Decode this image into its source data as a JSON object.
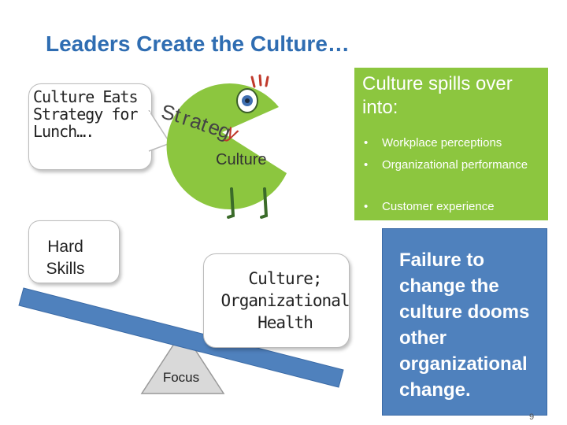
{
  "title": "Leaders Create the Culture…",
  "speech_bubble": {
    "text": "Culture Eats Strategy for Lunch…."
  },
  "pacman": {
    "strategy_letters": [
      "S",
      "t",
      "r",
      "a",
      "t",
      "e",
      "g",
      "y"
    ],
    "culture_label": "Culture",
    "color": "#8cc63f"
  },
  "spills_box": {
    "title": "Culture spills over into:",
    "bullet": "•",
    "items": [
      "Workplace perceptions",
      "Organizational performance",
      "Customer experience"
    ],
    "color": "#8cc63f"
  },
  "seesaw": {
    "hard_skills": "Hard Skills",
    "culture_health": "Culture; Organizational Health",
    "fulcrum_label": "Focus",
    "beam_color": "#4f81bd"
  },
  "failure_box": {
    "text": "Failure to change the culture dooms other organizational change.",
    "color": "#4f81bd"
  },
  "page_number": "9"
}
